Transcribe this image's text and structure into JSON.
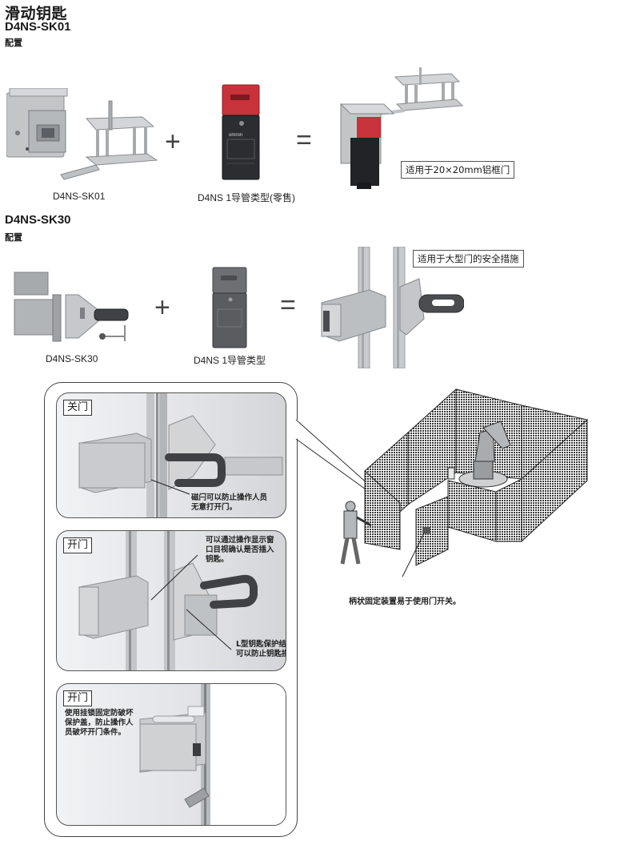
{
  "header": {
    "title": "滑动钥匙",
    "section1_model": "D4NS-SK01",
    "section1_sub": "配置",
    "section2_model": "D4NS-SK30",
    "section2_sub": "配置"
  },
  "section1": {
    "item1_caption": "D4NS-SK01",
    "item2_caption": "D4NS 1导管类型(零售)",
    "plus_sign": "+",
    "equals_sign": "=",
    "result_note": "适用于20×20mm铝框门",
    "switch_brand": "omron"
  },
  "section2": {
    "item1_caption": "D4NS-SK30",
    "item2_caption": "D4NS 1导管类型",
    "plus_sign": "+",
    "equals_sign": "=",
    "result_note": "适用于大型门的安全措施"
  },
  "detail_panels": [
    {
      "label": "关门",
      "note": [
        "磁闩可以防止操作人员",
        "无意打开门。"
      ]
    },
    {
      "label": "开门",
      "note_top": [
        "可以通过操作显示窗",
        "口目视确认是否插入",
        "钥匙。"
      ],
      "note_bottom": [
        "L型钥匙保护结构",
        "可以防止钥匙损坏。"
      ]
    },
    {
      "label": "开门",
      "note": [
        "使用挂锁固定防破坏",
        "保护盖，防止操作人",
        "员破坏开门条件。"
      ]
    }
  ],
  "cage_illustration": {
    "callout": "柄状固定装置易于使用门开关。"
  },
  "colors": {
    "switch_head_red": "#c8323a",
    "switch_body": "#2b2d30",
    "steel": "#b9bcbf",
    "mesh": "#3a3a3a"
  }
}
